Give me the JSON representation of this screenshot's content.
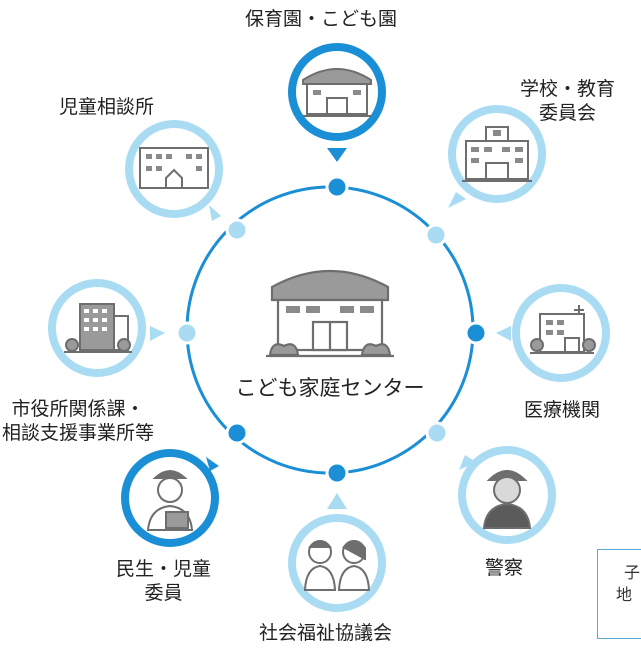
{
  "center": {
    "label": "こども家庭センター"
  },
  "nodes": {
    "nursery": "保育園・こども園",
    "school": [
      "学校・教育",
      "委員会"
    ],
    "medical": "医療機関",
    "police": "警察",
    "social_welfare": "社会福祉協議会",
    "commissioner": [
      "民生・児童",
      "委員"
    ],
    "city_hall": [
      "市役所関係課・",
      "相談支援事業所等"
    ],
    "child_guidance": "児童相談所"
  },
  "note": {
    "lines": [
      "子",
      "地"
    ]
  },
  "icons": {
    "nursery": "nursery-building-icon",
    "school": "school-building-icon",
    "medical": "hospital-building-icon",
    "police": "police-officer-icon",
    "social_welfare": "two-staff-icon",
    "commissioner": "welfare-commissioner-icon",
    "city_hall": "city-office-building-icon",
    "child_guidance": "child-guidance-center-icon",
    "center": "family-center-building-icon"
  },
  "colors": {
    "dark_blue": "#1b8fd6",
    "light_blue": "#a9dcf3",
    "ring": "#1b8fd6",
    "icon_gray": "#6e6e6e",
    "note_border": "#58a9d8"
  }
}
